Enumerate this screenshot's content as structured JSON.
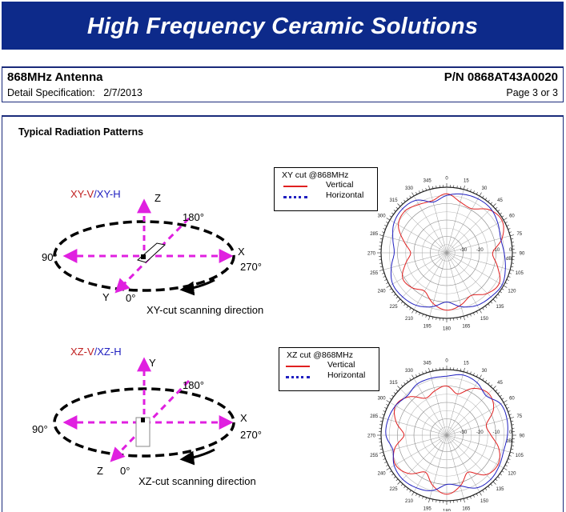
{
  "banner": {
    "title": "High Frequency Ceramic Solutions"
  },
  "header": {
    "product": "868MHz Antenna",
    "detail_label": "Detail Specification:",
    "date": "2/7/2013",
    "part_number": "P/N 0868AT43A0020",
    "page": "Page 3 or 3"
  },
  "section": {
    "title": "Typical Radiation Patterns"
  },
  "colors": {
    "banner": "#0d2a8a",
    "vertical": "#e02020",
    "horizontal": "#2020c0",
    "axis": "#e020e0",
    "text_red": "#c02020",
    "text_blue": "#2020c0"
  },
  "diagrams": [
    {
      "label_v": "XY-V",
      "label_sep": "/",
      "label_h": "XY-H",
      "axis_up": "Z",
      "axis_right": "X",
      "axis_down": "Y",
      "angle_left": "90°",
      "angle_right": "270°",
      "angle_top": "180°",
      "angle_bottom": "0°",
      "caption": "XY-cut scanning direction"
    },
    {
      "label_v": "XZ-V",
      "label_sep": "/",
      "label_h": "XZ-H",
      "axis_up": "Y",
      "axis_right": "X",
      "axis_down": "Z",
      "angle_left": "90°",
      "angle_right": "270°",
      "angle_top": "180°",
      "angle_bottom": "0°",
      "caption": "XZ-cut scanning direction"
    }
  ],
  "polar_plots": [
    {
      "legend_title": "XY cut @868MHz",
      "legend_vertical": "Vertical",
      "legend_horizontal": "Horizontal",
      "angle_labels": [
        "0",
        "15",
        "30",
        "45",
        "60",
        "75",
        "90",
        "105",
        "120",
        "135",
        "150",
        "165",
        "180",
        "195",
        "210",
        "225",
        "240",
        "255",
        "270",
        "285",
        "300",
        "315",
        "330",
        "345"
      ],
      "radial_labels": [
        "-30",
        "-20",
        "-10",
        "0"
      ],
      "radial_unit": "dB"
    },
    {
      "legend_title": "XZ cut @868MHz",
      "legend_vertical": "Vertical",
      "legend_horizontal": "Horizontal",
      "angle_labels": [
        "0",
        "15",
        "30",
        "45",
        "60",
        "75",
        "90",
        "105",
        "120",
        "135",
        "150",
        "165",
        "180",
        "195",
        "210",
        "225",
        "240",
        "255",
        "270",
        "285",
        "300",
        "315",
        "330",
        "345"
      ],
      "radial_labels": [
        "-30",
        "-20",
        "-10",
        "0"
      ],
      "radial_unit": "dB"
    }
  ],
  "chart_data": [
    {
      "type": "polar",
      "title": "XY cut @868MHz",
      "rlim": [
        -40,
        0
      ],
      "theta_deg": [
        0,
        15,
        30,
        45,
        60,
        75,
        90,
        105,
        120,
        135,
        150,
        165,
        180,
        195,
        210,
        225,
        240,
        255,
        270,
        285,
        300,
        315,
        330,
        345
      ],
      "series": [
        {
          "name": "Vertical",
          "values": [
            -4,
            -8,
            -9,
            -3,
            -1,
            -5,
            -12,
            -8,
            -3,
            -5,
            -10,
            -7,
            -5,
            -8,
            -13,
            -10,
            -9,
            -14,
            -18,
            -13,
            -6,
            -4,
            -6,
            -7
          ]
        },
        {
          "name": "Horizontal",
          "values": [
            -5,
            -3,
            -2,
            -2,
            -4,
            -6,
            -5,
            -3,
            -1,
            -2,
            -3,
            -6,
            -10,
            -6,
            -3,
            -2,
            -2,
            -5,
            -8,
            -6,
            -3,
            -2,
            -3,
            -8
          ]
        }
      ]
    },
    {
      "type": "polar",
      "title": "XZ cut @868MHz",
      "rlim": [
        -40,
        0
      ],
      "theta_deg": [
        0,
        15,
        30,
        45,
        60,
        75,
        90,
        105,
        120,
        135,
        150,
        165,
        180,
        195,
        210,
        225,
        240,
        255,
        270,
        285,
        300,
        315,
        330,
        345
      ],
      "series": [
        {
          "name": "Vertical",
          "values": [
            -10,
            -14,
            -7,
            -4,
            -7,
            -15,
            -13,
            -7,
            -4,
            -6,
            -14,
            -8,
            -4,
            -8,
            -14,
            -7,
            -4,
            -7,
            -14,
            -8,
            -4,
            -7,
            -14,
            -12
          ]
        },
        {
          "name": "Horizontal",
          "values": [
            -4,
            -2,
            -3,
            -6,
            -2,
            -2,
            -3,
            -4,
            -3,
            -2,
            -3,
            -8,
            -10,
            -5,
            -3,
            -2,
            -3,
            -6,
            -3,
            -3,
            -4,
            -6,
            -4,
            -4
          ]
        }
      ]
    }
  ]
}
